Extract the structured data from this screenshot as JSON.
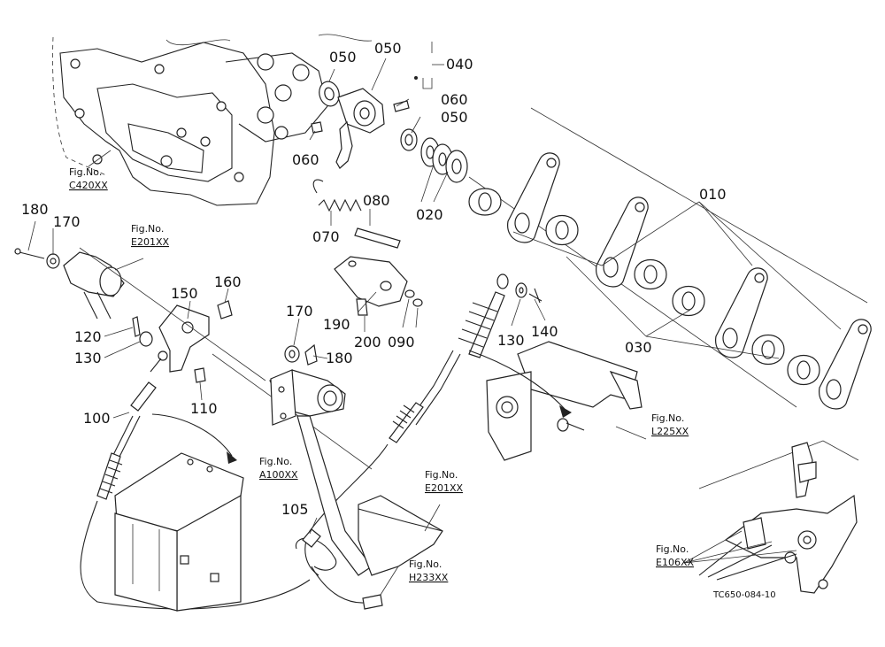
{
  "diagram": {
    "part_labels": [
      "050",
      "050",
      "040",
      "060",
      "050",
      "060",
      "020",
      "080",
      "070",
      "010",
      "180",
      "170",
      "190",
      "200",
      "090",
      "130",
      "140",
      "150",
      "160",
      "120",
      "130",
      "030",
      "170",
      "180",
      "110",
      "100",
      "105"
    ],
    "figure_refs": [
      {
        "word": "Fig.No.",
        "code": "C420XX"
      },
      {
        "word": "Fig.No.",
        "code": "E201XX"
      },
      {
        "word": "Fig.No.",
        "code": "L225XX"
      },
      {
        "word": "Fig.No.",
        "code": "A100XX"
      },
      {
        "word": "Fig.No.",
        "code": "E201XX"
      },
      {
        "word": "Fig.No.",
        "code": "H233XX"
      },
      {
        "word": "Fig.No.",
        "code": "E106XX"
      }
    ],
    "drawing_code": "TC650-084-10"
  }
}
